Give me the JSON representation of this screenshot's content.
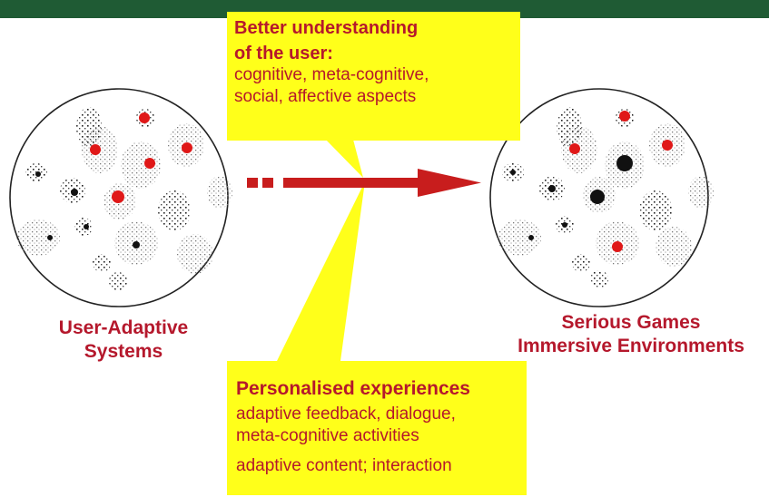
{
  "top_callout": {
    "heading_line1": "Better understanding",
    "heading_line2": "of the user:",
    "body_line1": "cognitive, meta-cognitive,",
    "body_line2": "social, affective aspects"
  },
  "bottom_callout": {
    "heading": "Personalised experiences",
    "body_line1": "adaptive feedback, dialogue,",
    "body_line2": "meta-cognitive activities",
    "body_line3": "adaptive content; interaction"
  },
  "left_circle": {
    "label_line1": "User-Adaptive",
    "label_line2": "Systems"
  },
  "right_circle": {
    "label_line1": "Serious Games",
    "label_line2": "Immersive Environments"
  },
  "colors": {
    "header_bar": "#1f5b34",
    "callout_fill": "#ffff1a",
    "accent_red": "#b5182c",
    "arrow_red": "#c81d1d"
  }
}
